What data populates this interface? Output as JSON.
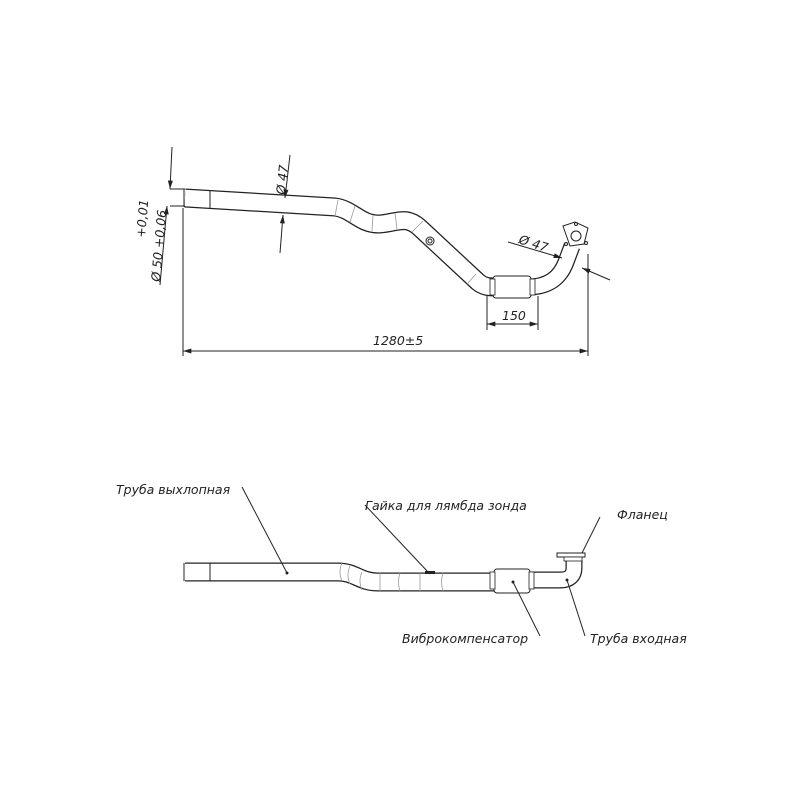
{
  "top_view": {
    "dim_inlet_diameter": "Ø 50 +0,06",
    "dim_inlet_tolerance": "+0,01",
    "dim_pipe_diameter": "Ø 47",
    "dim_flange_pipe_diameter": "Ø 47",
    "dim_compensator_length": "150",
    "dim_total_length": "1280±5"
  },
  "side_view": {
    "labels": {
      "exhaust_pipe": "Труба выхлопная",
      "lambda_nut": "Гайка для лямбда зонда",
      "flange": "Фланец",
      "vibration_compensator": "Виброкомпенсатор",
      "inlet_pipe": "Труба входная"
    }
  }
}
